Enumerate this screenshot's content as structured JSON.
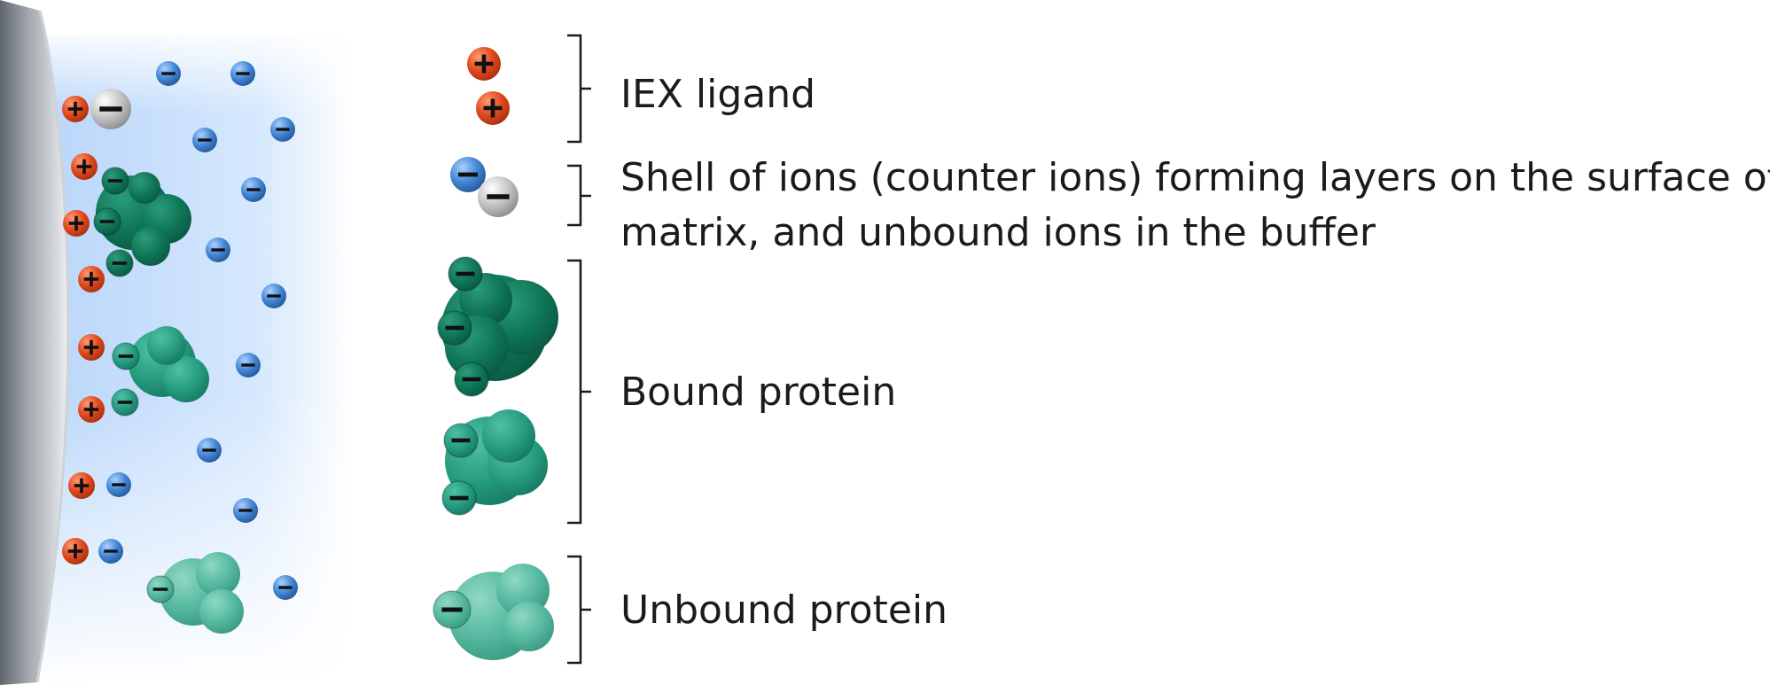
{
  "legend": {
    "ligand": "IEX ligand",
    "ion_shell": "Shell of ions (counter ions) forming layers on the surface of the matrix, and unbound ions in the buffer",
    "bound_protein": "Bound protein",
    "unbound_protein": "Unbound protein"
  },
  "colors": {
    "ligand_red": "#e2491e",
    "ion_blue": "#3c7fcf",
    "ion_grey": "#b7b7b7",
    "protein_dark": "#0f7557",
    "protein_mid": "#259b80",
    "protein_light": "#55b89f",
    "buffer_blue": "#cfe3fb"
  },
  "icons": {
    "ligand": "plus-sign",
    "ion": "minus-sign"
  }
}
